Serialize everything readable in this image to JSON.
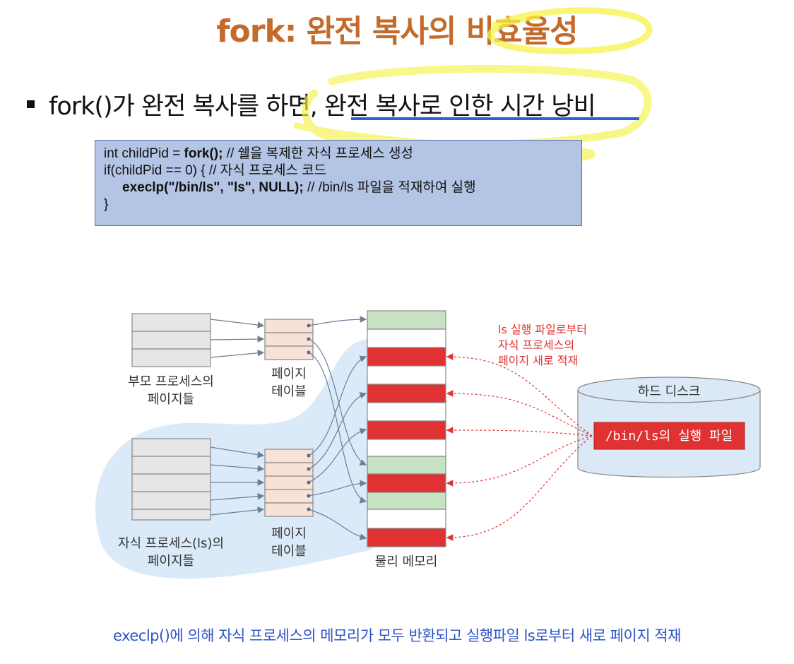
{
  "title": "fork: 완전 복사의 비효율성",
  "bullet": {
    "text_before": "fork()가 완전 복사를 하면,",
    "text_underlined": "완전 복사로 인한 시간 낭비"
  },
  "code": {
    "line1_prefix": "int childPid = ",
    "line1_bold": "fork();",
    "line1_comment": " // 쉘을 복제한 자식 프로세스 생성",
    "line2": "if(childPid == 0) { // 자식 프로세스 코드",
    "line3_bold": "execlp(\"/bin/ls\", \"ls\", NULL);",
    "line3_comment": " // /bin/ls 파일을 적재하여 실행",
    "line4": "}"
  },
  "diagram": {
    "parent_pages_label_1": "부모 프로세스의",
    "parent_pages_label_2": "페이지들",
    "parent_table_label_1": "페이지",
    "parent_table_label_2": "테이블",
    "child_pages_label_1": "자식 프로세스(ls)의",
    "child_pages_label_2": "페이지들",
    "child_table_label_1": "페이지",
    "child_table_label_2": "테이블",
    "memory_label": "물리 메모리",
    "load_note_1": "ls 실행 파일로부터",
    "load_note_2": "자식 프로세스의",
    "load_note_3": "페이지 새로 적재",
    "disk_label": "하드 디스크",
    "file_label": "/bin/ls의 실행 파일"
  },
  "caption": "execlp()에 의해 자식 프로세스의 메모리가 모두 반환되고 실행파일 ls로부터 새로 페이지 적재",
  "colors": {
    "title": "#c46a2b",
    "highlight": "#f5f24a",
    "underline": "#2f5ed6",
    "code_bg": "#b4c4e4",
    "red_frame": "#e03232",
    "green_frame": "#c8e3c4",
    "page_table": "#f8e1d6",
    "blob": "#dbeaf8",
    "caption": "#2d55c8"
  }
}
